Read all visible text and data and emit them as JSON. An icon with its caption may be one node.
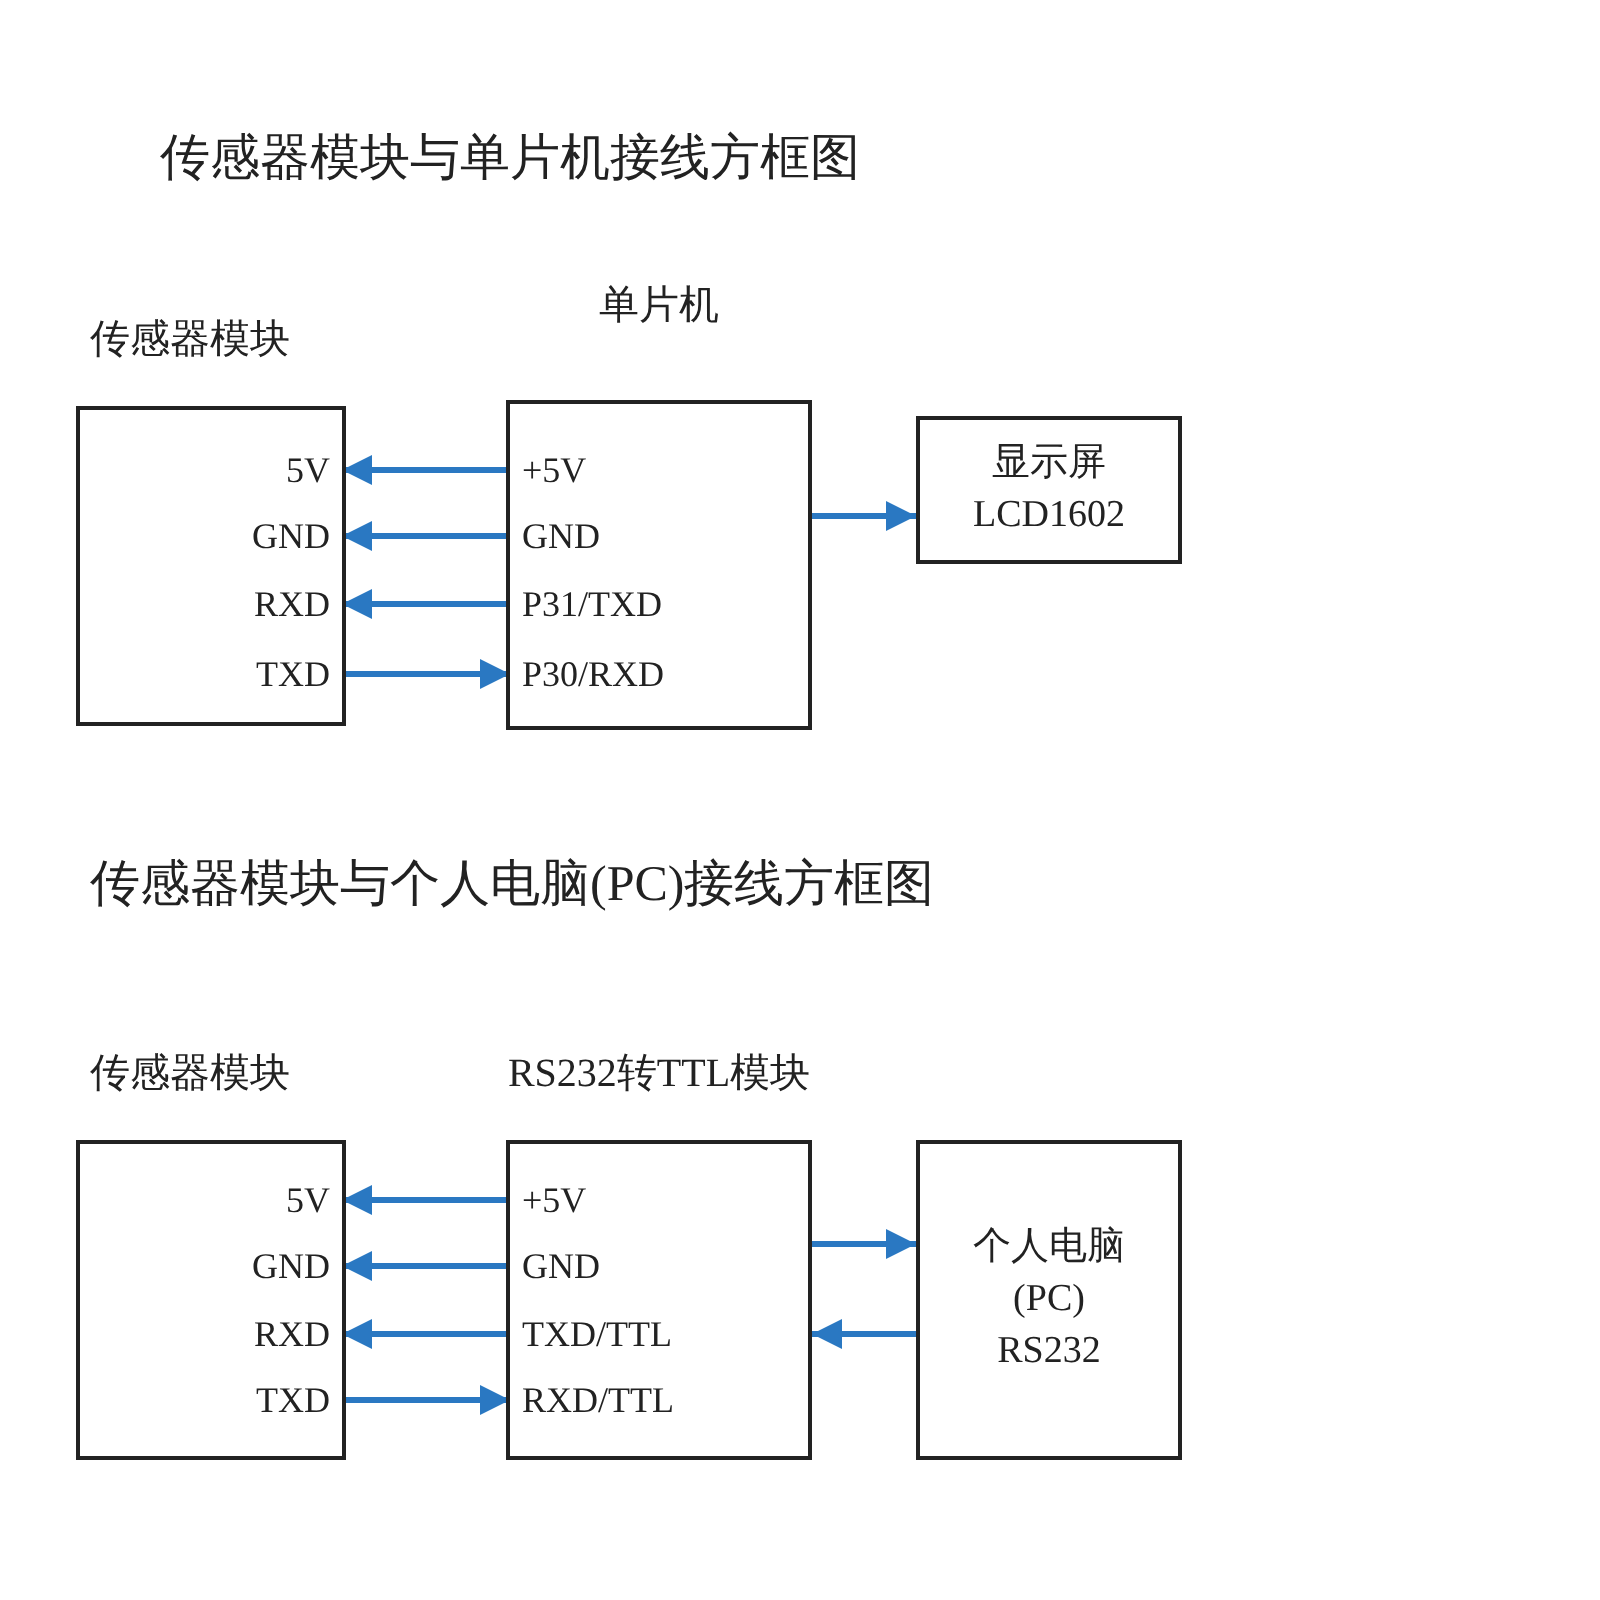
{
  "diagram": {
    "nodes": [
      {
        "text": [
          "传感器模块"
        ]
      },
      {
        "text": [
          "5V"
        ],
        "in": 0
      },
      {
        "text": [
          "GND"
        ],
        "in": 0
      },
      {
        "text": [
          "RXD"
        ],
        "in": 0
      },
      {
        "text": [
          "TXD"
        ],
        "in": 0
      },
      {
        "text": [
          "单片机"
        ]
      },
      {
        "text": [
          "+5V"
        ],
        "in": 5
      },
      {
        "text": [
          "GND"
        ],
        "in": 5
      },
      {
        "text": [
          "P31/TXD"
        ],
        "in": 5
      },
      {
        "text": [
          "P30/RXD"
        ],
        "in": 5
      },
      {
        "text": [
          "显示屏",
          "LCD1602"
        ]
      },
      {
        "text": [
          "传感器模块"
        ]
      },
      {
        "text": [
          "5V"
        ],
        "in": 11
      },
      {
        "text": [
          "GND"
        ],
        "in": 11
      },
      {
        "text": [
          "RXD"
        ],
        "in": 11
      },
      {
        "text": [
          "TXD"
        ],
        "in": 11
      },
      {
        "text": [
          "RS232转TTL模块"
        ]
      },
      {
        "text": [
          "+5V"
        ],
        "in": 16
      },
      {
        "text": [
          "GND"
        ],
        "in": 16
      },
      {
        "text": [
          "TXD/TTL"
        ],
        "in": 16
      },
      {
        "text": [
          "RXD/TTL"
        ],
        "in": 16
      },
      {
        "text": [
          "个人电脑",
          "(PC)",
          "RS232"
        ]
      }
    ],
    "edges": [
      {
        "from": 6,
        "to": 1,
        "arrow": "to"
      },
      {
        "from": 7,
        "to": 2,
        "arrow": "to"
      },
      {
        "from": 8,
        "to": 3,
        "arrow": "to"
      },
      {
        "from": 4,
        "to": 9,
        "arrow": "to"
      },
      {
        "from": 5,
        "to": 10,
        "arrow": "to"
      },
      {
        "from": 17,
        "to": 12,
        "arrow": "to"
      },
      {
        "from": 18,
        "to": 13,
        "arrow": "to"
      },
      {
        "from": 19,
        "to": 14,
        "arrow": "to"
      },
      {
        "from": 15,
        "to": 20,
        "arrow": "to"
      },
      {
        "from": 16,
        "to": 21,
        "arrow": "to"
      },
      {
        "from": 21,
        "to": 16,
        "arrow": "to"
      }
    ],
    "labels": [
      "传感器模块与单片机接线方框图",
      "传感器模块与个人电脑(PC)接线方框图"
    ]
  }
}
